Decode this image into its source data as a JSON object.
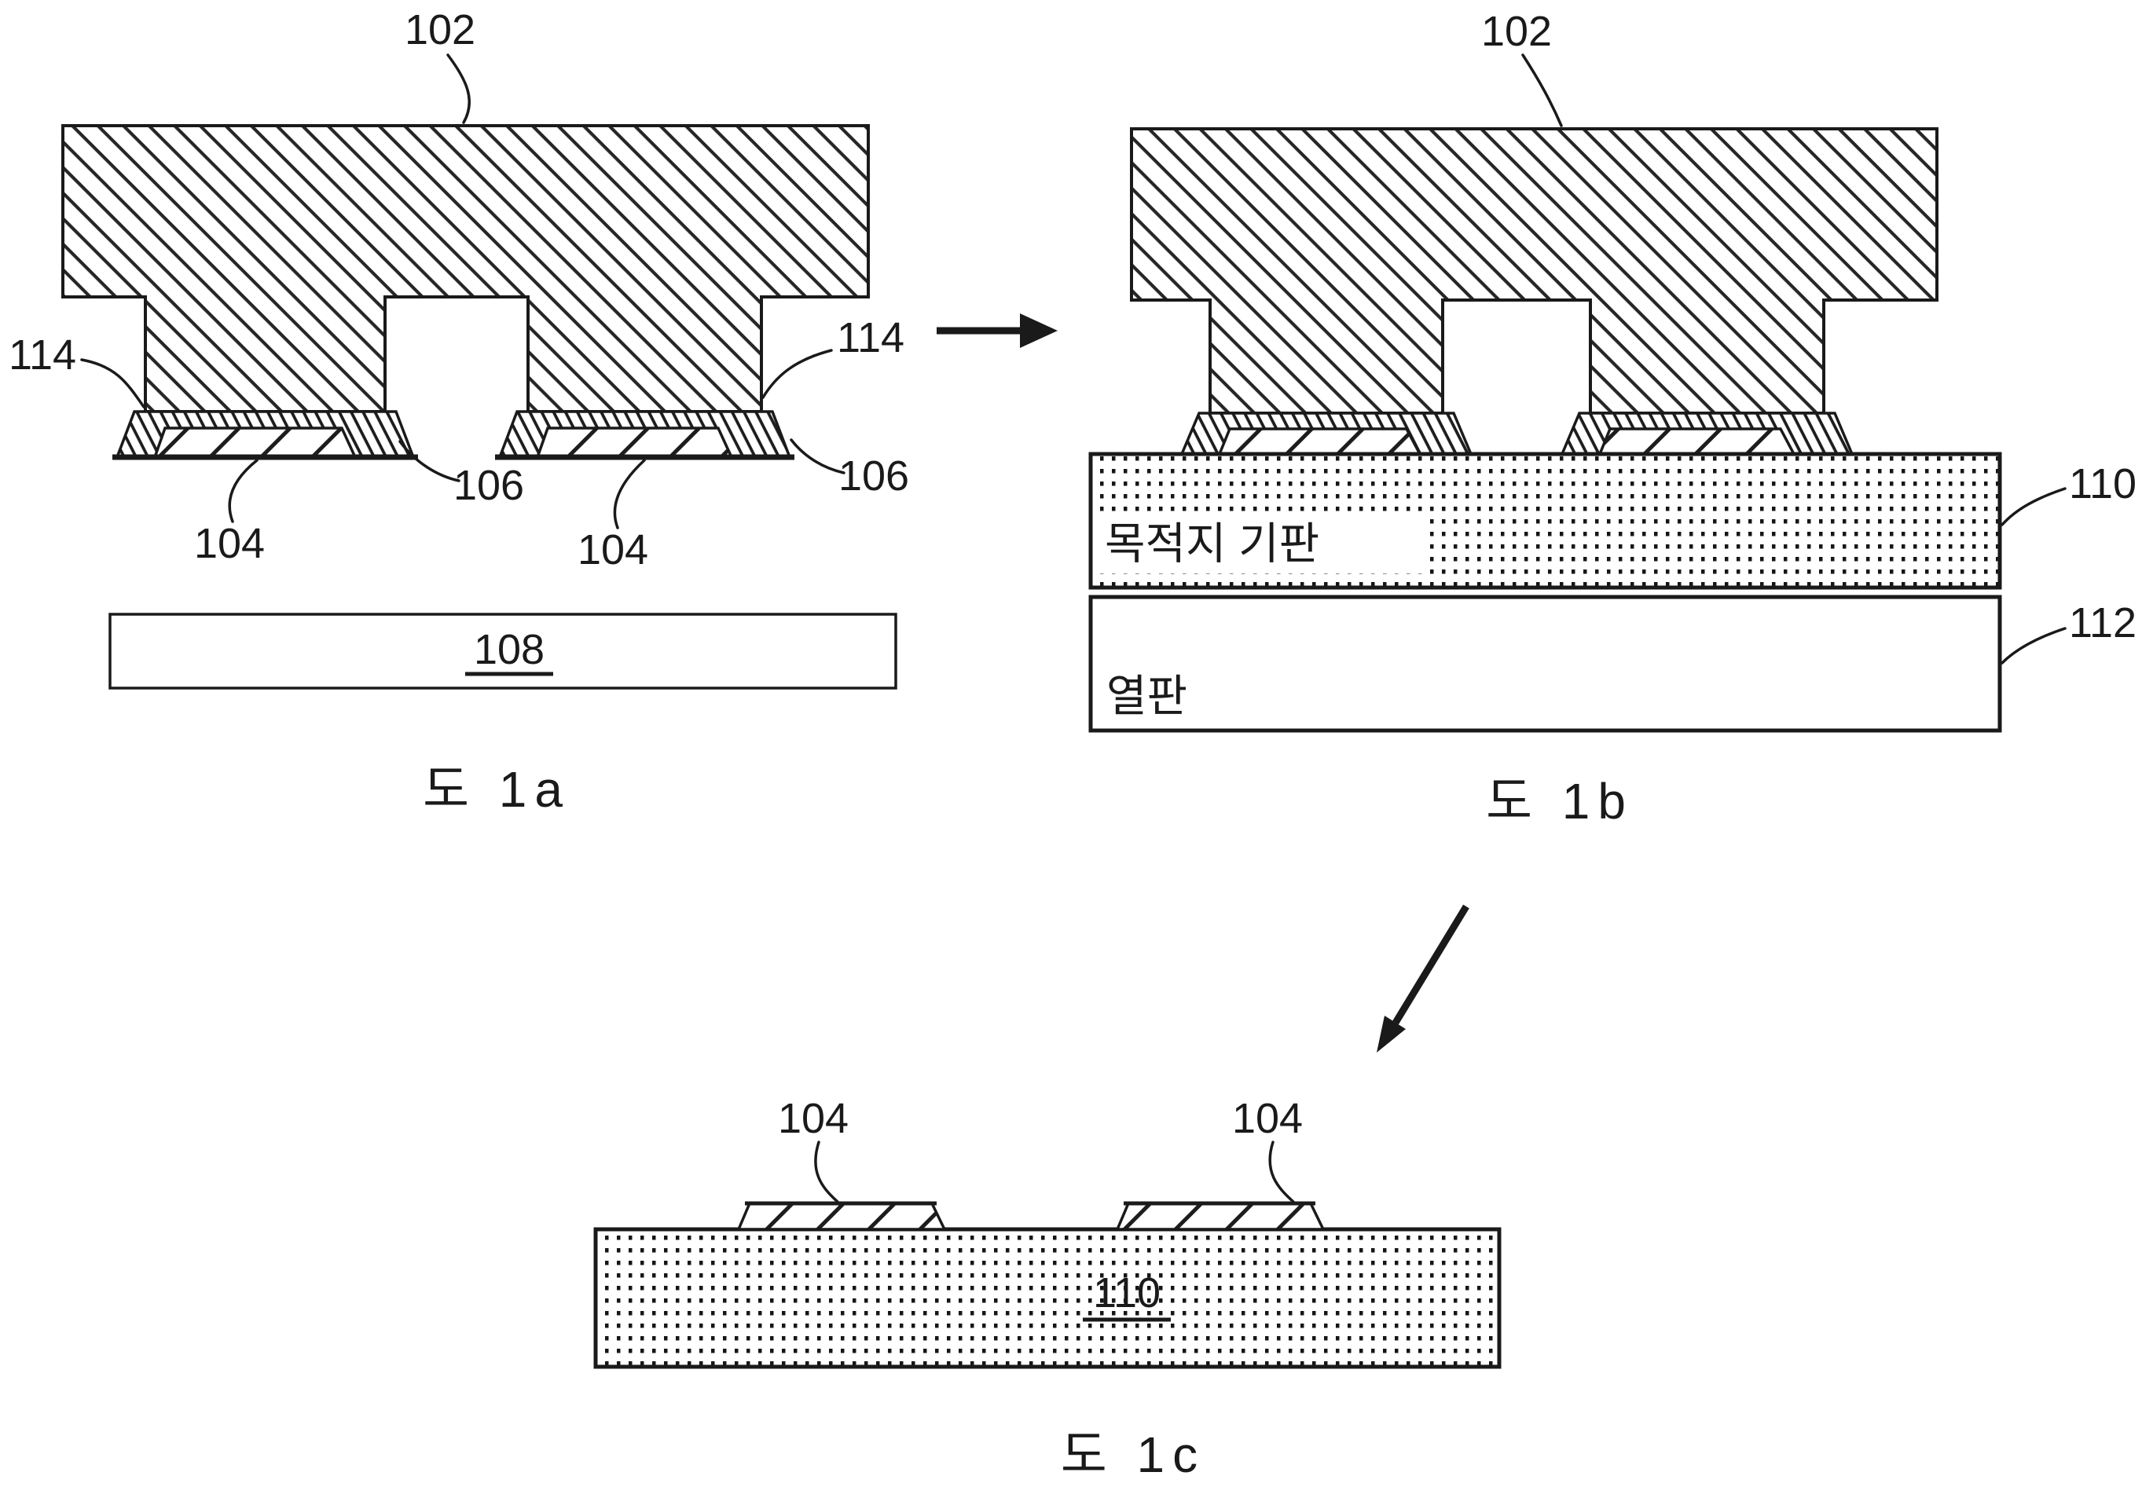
{
  "colors": {
    "line": "#1a1a1a",
    "background": "#ffffff"
  },
  "fig1a": {
    "caption": "도  1a",
    "label_stamp": "102",
    "label_protrusion_left": "114",
    "label_protrusion_right": "114",
    "label_adhesion_left": "106",
    "label_adhesion_right": "106",
    "label_pad_left": "104",
    "label_pad_right": "104",
    "label_source_substrate": "108"
  },
  "fig1b": {
    "caption": "도  1b",
    "label_stamp": "102",
    "label_target_substrate": "110",
    "label_hot_plate": "112",
    "text_target_substrate": "목적지 기판",
    "text_hot_plate": "열판"
  },
  "fig1c": {
    "caption": "도  1c",
    "label_pad_left": "104",
    "label_pad_right": "104",
    "label_substrate": "110"
  }
}
